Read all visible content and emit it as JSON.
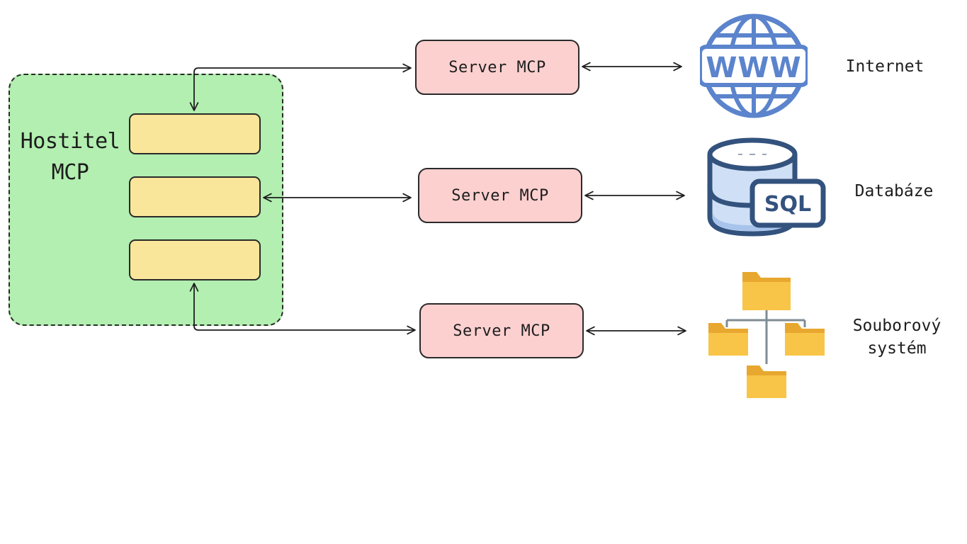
{
  "host": {
    "title_line1": "Hostitel",
    "title_line2": "MCP"
  },
  "servers": [
    {
      "label": "Server MCP"
    },
    {
      "label": "Server MCP"
    },
    {
      "label": "Server MCP"
    }
  ],
  "resources": [
    {
      "label": "Internet",
      "icon": "globe-www-icon"
    },
    {
      "label": "Databáze",
      "icon": "database-sql-icon",
      "badge": "SQL"
    },
    {
      "label_line1": "Souborový",
      "label_line2": "systém",
      "icon": "folder-tree-icon"
    }
  ],
  "globe_text": "WWW",
  "colors": {
    "host_fill": "#b2efb0",
    "client_fill": "#fae69a",
    "server_fill": "#fdd0d0",
    "icon_blue": "#5b84cc",
    "folder_yellow": "#f7c244"
  }
}
